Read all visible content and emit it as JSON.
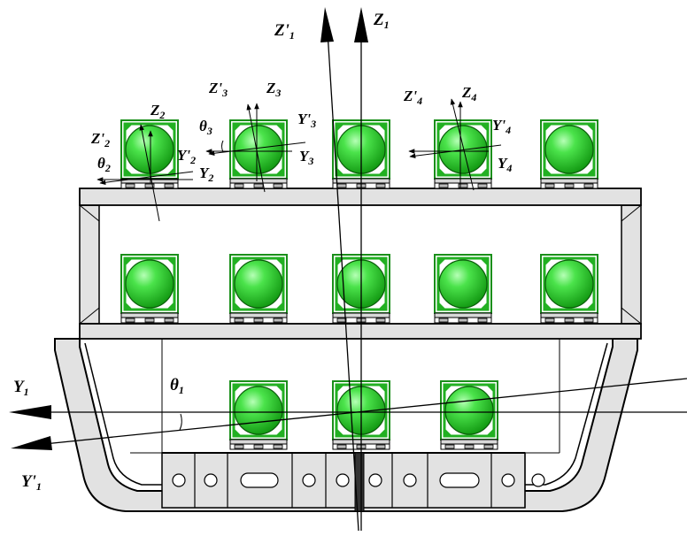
{
  "labels": {
    "z1": {
      "base": "Z",
      "sub": "1"
    },
    "z1p": {
      "base": "Z'",
      "sub": "1"
    },
    "y1": {
      "base": "Y",
      "sub": "1"
    },
    "y1p": {
      "base": "Y'",
      "sub": "1"
    },
    "theta1": {
      "base": "θ",
      "sub": "1"
    },
    "z2": {
      "base": "Z",
      "sub": "2"
    },
    "z2p": {
      "base": "Z'",
      "sub": "2"
    },
    "y2": {
      "base": "Y",
      "sub": "2"
    },
    "y2p": {
      "base": "Y'",
      "sub": "2"
    },
    "theta2": {
      "base": "θ",
      "sub": "2"
    },
    "z3": {
      "base": "Z",
      "sub": "3"
    },
    "z3p": {
      "base": "Z'",
      "sub": "3"
    },
    "y3": {
      "base": "Y",
      "sub": "3"
    },
    "y3p": {
      "base": "Y'",
      "sub": "3"
    },
    "theta3": {
      "base": "θ",
      "sub": "3"
    },
    "z4": {
      "base": "Z",
      "sub": "4"
    },
    "z4p": {
      "base": "Z'",
      "sub": "4"
    },
    "y4": {
      "base": "Y",
      "sub": "4"
    },
    "y4p": {
      "base": "Y'",
      "sub": "4"
    }
  },
  "colors": {
    "tank_sphere": "#2fd12f",
    "tank_frame": "#22b022",
    "hull_fill": "#e2e2e2",
    "outline": "#000000"
  }
}
